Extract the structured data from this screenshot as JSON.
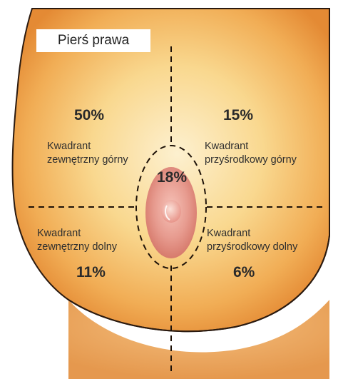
{
  "title": "Pierś prawa",
  "center": {
    "percent": "18%"
  },
  "quadrants": {
    "upper_outer": {
      "percent": "50%",
      "line1": "Kwadrant",
      "line2": "zewnętrzny górny"
    },
    "upper_inner": {
      "percent": "15%",
      "line1": "Kwadrant",
      "line2": "przyśrodkowy górny"
    },
    "lower_outer": {
      "percent": "11%",
      "line1": "Kwadrant",
      "line2": "zewnętrzny dolny"
    },
    "lower_inner": {
      "percent": "6%",
      "line1": "Kwadrant",
      "line2": "przyśrodkowy dolny"
    }
  },
  "colors": {
    "skin_light": "#fbe7b8",
    "skin_mid": "#f6c26f",
    "skin_dark": "#e9963f",
    "outline": "#2a1a10",
    "areola": "#e0877c"
  }
}
